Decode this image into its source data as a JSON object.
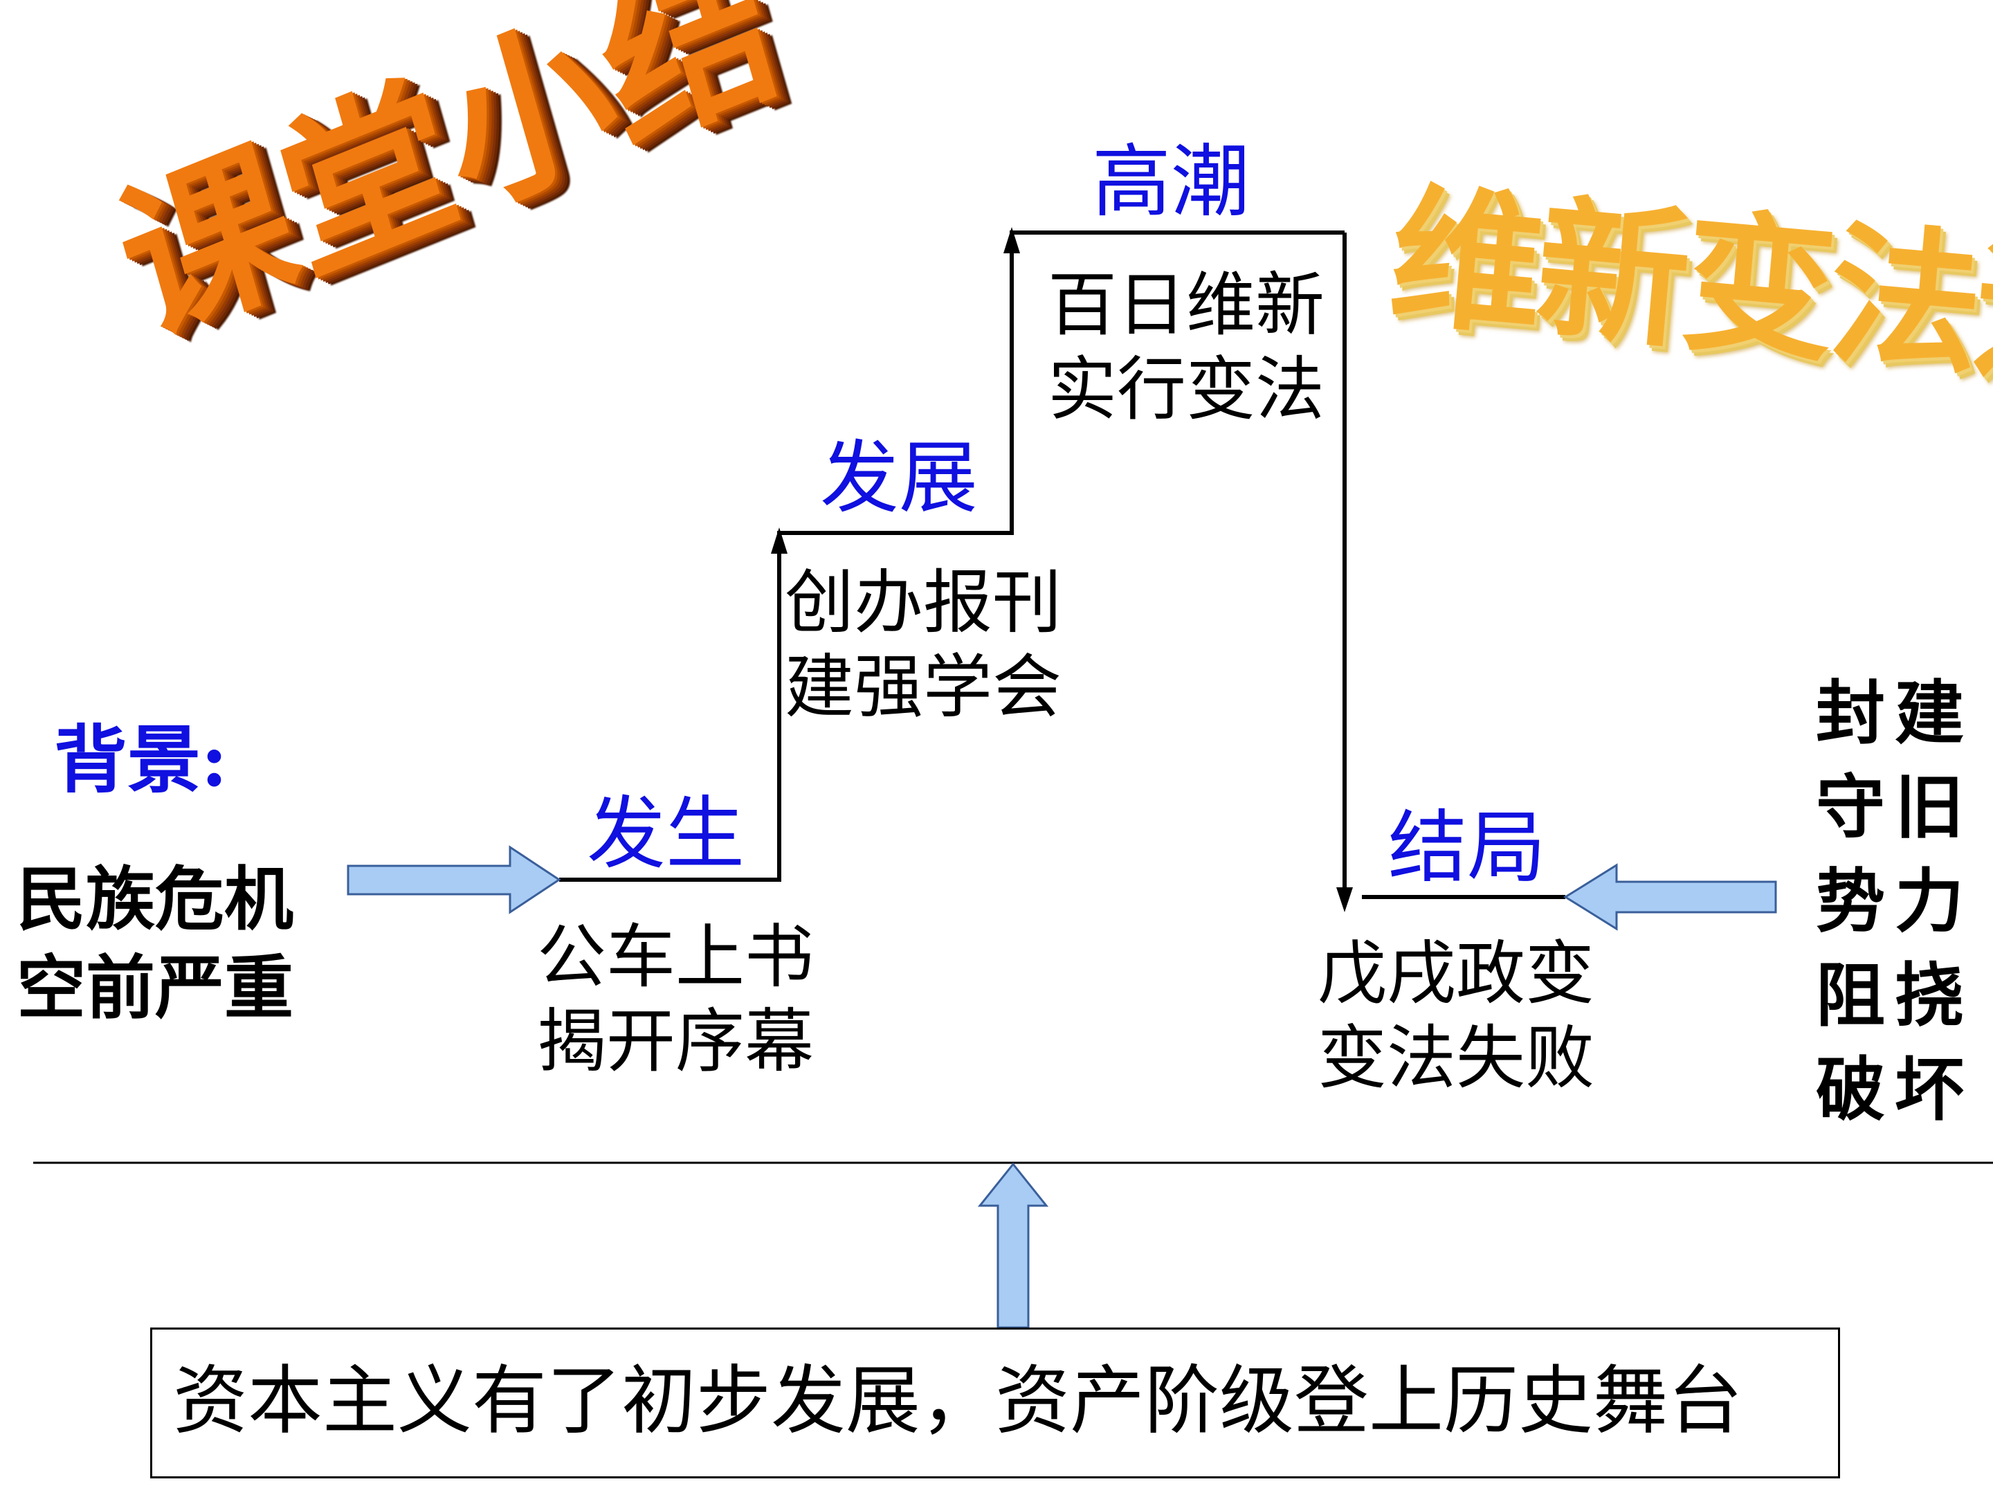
{
  "title_left": "课堂小结",
  "title_right": "维新变法运动",
  "background": {
    "label": "背景:",
    "lines": [
      "民族危机",
      "空前严重"
    ]
  },
  "stages": [
    {
      "label": "发生",
      "lines": [
        "公车上书",
        "揭开序幕"
      ]
    },
    {
      "label": "发展",
      "lines": [
        "创办报刊",
        "建强学会"
      ]
    },
    {
      "label": "高潮",
      "lines": [
        "百日维新",
        "实行变法"
      ]
    },
    {
      "label": "结局",
      "lines": [
        "戊戌政变",
        "变法失败"
      ]
    }
  ],
  "opposition": [
    "封建",
    "守旧",
    "势力",
    "阻挠",
    "破坏"
  ],
  "foundation": "资本主义有了初步发展，资产阶级登上历史舞台",
  "colors": {
    "label_blue": "#1010e0",
    "arrow_fill": "#a8ccf4",
    "arrow_stroke": "#3a5f9a"
  }
}
